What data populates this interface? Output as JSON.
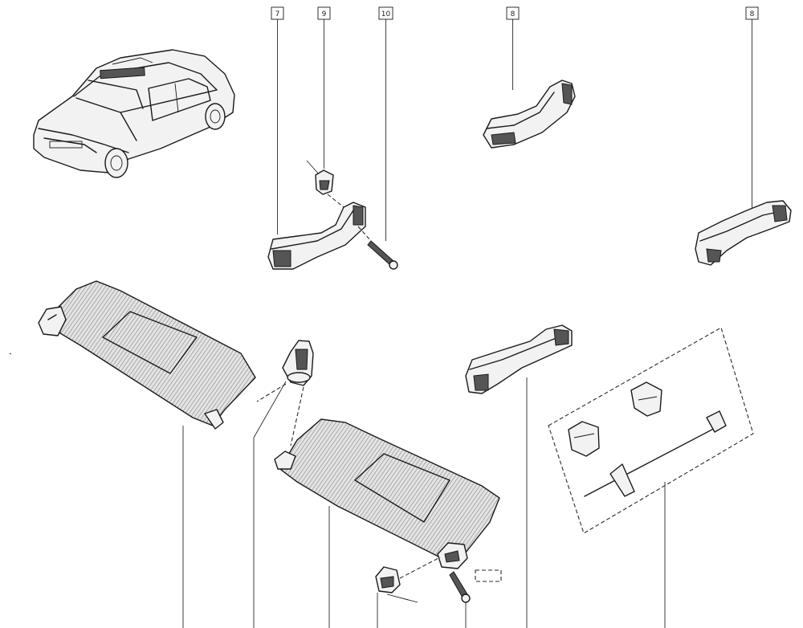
{
  "callouts": [
    {
      "id": "c7",
      "label": "7"
    },
    {
      "id": "c9",
      "label": "9"
    },
    {
      "id": "c10",
      "label": "10"
    },
    {
      "id": "c8a",
      "label": "8"
    },
    {
      "id": "c8b",
      "label": "8"
    }
  ],
  "colors": {
    "ink": "#1a1a1a",
    "paper": "#ffffff",
    "hatch": "#888888"
  }
}
